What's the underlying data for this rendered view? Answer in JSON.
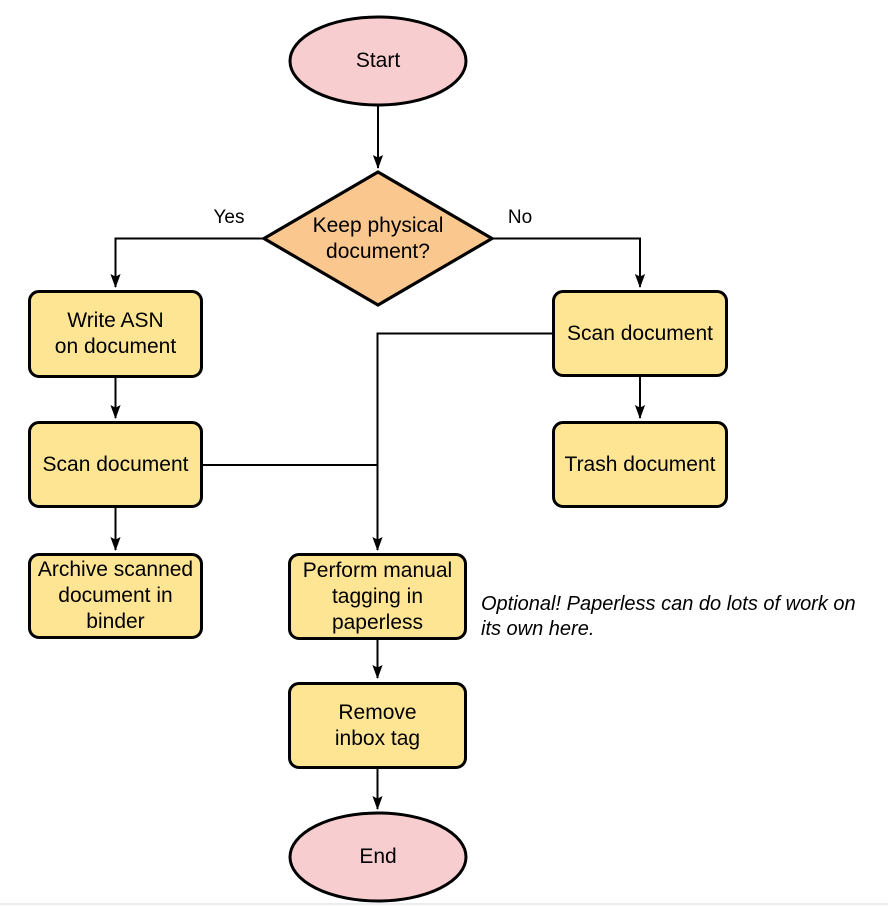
{
  "colors": {
    "canvas_bg": "#ffffff",
    "terminal_fill": "#f7cdd0",
    "decision_fill": "#fac78e",
    "process_fill": "#fee594",
    "shape_stroke": "#000000",
    "edge_stroke": "#000000",
    "bottom_rule": "#e9edf0"
  },
  "nodes": {
    "start": "Start",
    "decision": "Keep physical\ndocument?",
    "write_asn": "Write ASN\non document",
    "scan_left": "Scan document",
    "archive": "Archive scanned\ndocument in\nbinder",
    "scan_right": "Scan document",
    "trash": "Trash document",
    "tagging": "Perform manual\ntagging in\npaperless",
    "remove_inbox": "Remove\ninbox tag",
    "end": "End"
  },
  "edge_labels": {
    "yes": "Yes",
    "no": "No"
  },
  "annotation": "Optional! Paperless can do lots of work on\nits own here."
}
